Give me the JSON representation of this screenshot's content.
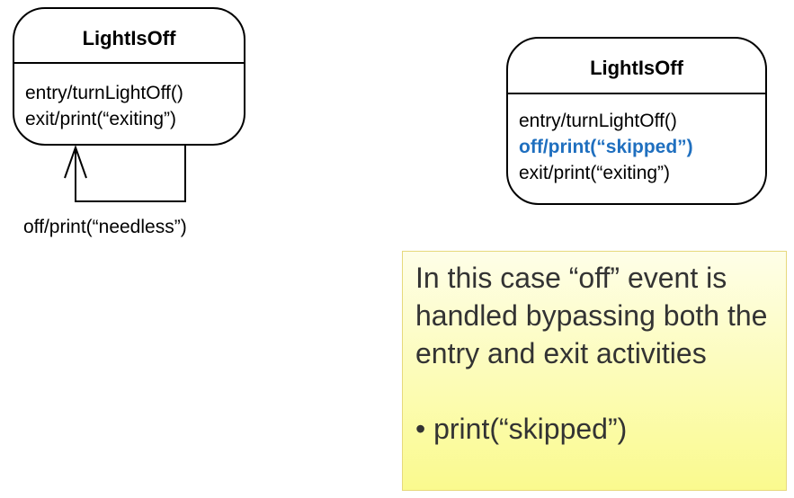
{
  "left_state": {
    "title": "LightIsOff",
    "activities": [
      "entry/turnLightOff()",
      "exit/print(“exiting”)"
    ]
  },
  "self_transition": {
    "label": "off/print(“needless”)"
  },
  "right_state": {
    "title": "LightIsOff",
    "activities": [
      "entry/turnLightOff()",
      "off/print(“skipped”)",
      "exit/print(“exiting”)"
    ]
  },
  "note": {
    "paragraph": "In this case “off” event is handled bypassing both the entry and exit activities",
    "bullet": "• print(“skipped”)"
  },
  "colors": {
    "highlight_text": "#1f6fbf",
    "note_text": "#333333",
    "note_border": "#e6d97c"
  }
}
